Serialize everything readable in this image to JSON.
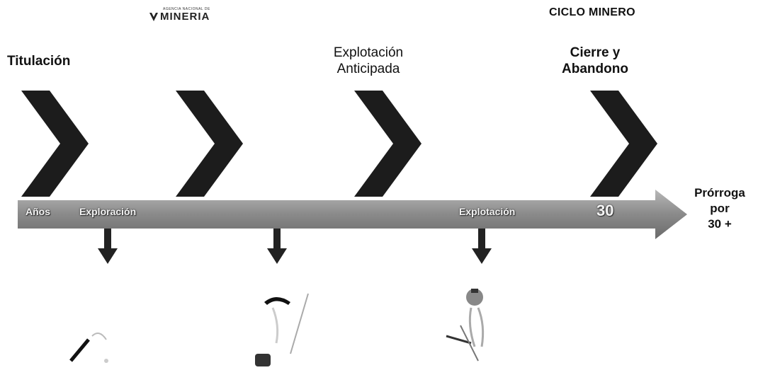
{
  "header": {
    "logo_small": "AGENCIA NACIONAL DE",
    "logo_main": "MINERIA",
    "title": "CICLO MINERO"
  },
  "stages": [
    {
      "label": "Titulación"
    },
    {
      "label_line1": "Explotación",
      "label_line2": "Anticipada"
    },
    {
      "label_line1": "Cierre y",
      "label_line2": "Abandono"
    }
  ],
  "timeline": {
    "start_label": "Años",
    "exploration_label": "Exploración",
    "exploitation_label": "Explotación",
    "end_value": "30"
  },
  "extension": {
    "line1": "Prórroga",
    "line2": "por",
    "line3": "30 +"
  },
  "colors": {
    "chevron": "#1c1c1c",
    "arrow_bar": "#8a8a8a",
    "text": "#111111"
  },
  "icons": [
    "down-arrow-icon",
    "chevron-icon",
    "miner-figure"
  ]
}
